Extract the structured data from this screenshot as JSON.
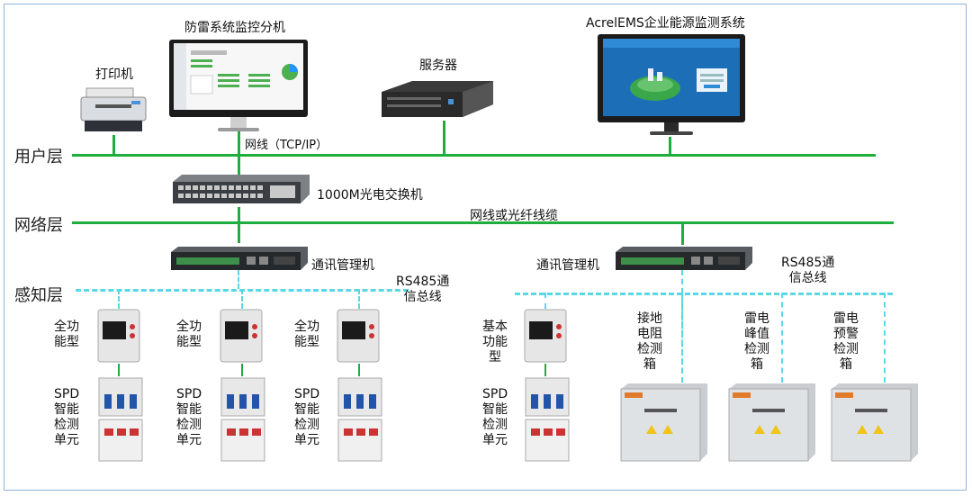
{
  "layers": {
    "user": "用户层",
    "network": "网络层",
    "sense": "感知层"
  },
  "labels": {
    "printer": "打印机",
    "monitor_pc": "防雷系统监控分机",
    "server": "服务器",
    "ems": "AcrelEMS企业能源监测系统",
    "tcpip": "网线（TCP/IP）",
    "switch": "1000M光电交换机",
    "fiber": "网线或光纤线缆",
    "comm_left": "通讯管理机",
    "comm_right": "通讯管理机",
    "rs485_left": "RS485通\n信总线",
    "rs485_right": "RS485通\n信总线",
    "full_func": "全功\n能型",
    "basic_func": "基本\n功能\n型",
    "spd": "SPD\n智能\n检测\n单元",
    "ground_box": "接地\n电阻\n检测\n箱",
    "peak_box": "雷电\n峰值\n检测\n箱",
    "warn_box": "雷电\n预警\n检测\n箱"
  },
  "colors": {
    "green_line": "#1fae3e",
    "cyan_dash": "#5ad7e6",
    "device_gray": "#d9d9d9",
    "box_orange": "#e07b2d"
  }
}
